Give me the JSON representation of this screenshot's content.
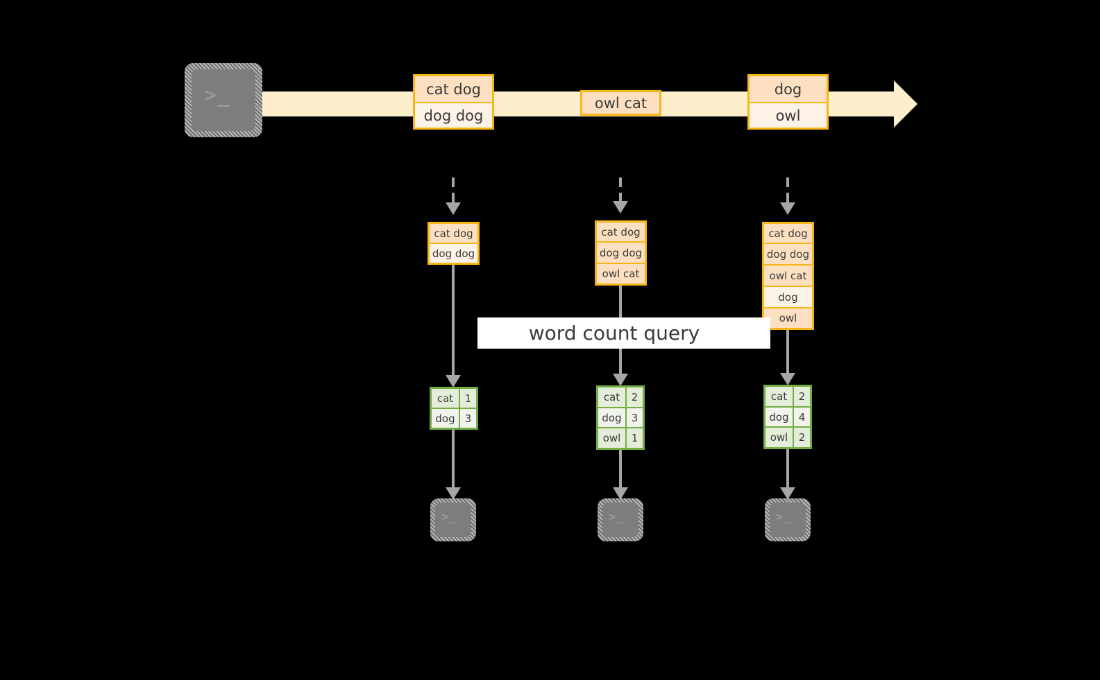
{
  "diagram": {
    "title": "word count query streaming diagram",
    "colors": {
      "background": "#000000",
      "stream_fill": "#FDEFCB",
      "record_border": "#F6B616",
      "record_fill": "#FCE0C1",
      "record_fill_alt": "#FDF2E6",
      "table_border": "#74AE42",
      "table_fill": "#E4EDDA",
      "table_fill_alt": "#F0F4EC",
      "arrow_gray": "#A6A6A6",
      "terminal_body": "#7D7D7D",
      "terminal_glyph": "#999999",
      "query_band": "#FFFFFF",
      "text": "#3A3A3A"
    },
    "source": {
      "icon": "terminal-icon",
      "glyph": ">_"
    },
    "stream": {
      "icon": "arrow-right-icon",
      "batches": [
        {
          "records": [
            "cat dog",
            "dog dog"
          ]
        },
        {
          "records": [
            "owl cat"
          ]
        },
        {
          "records": [
            "dog",
            "owl"
          ]
        }
      ]
    },
    "query": {
      "label": "word count query"
    },
    "snapshots": [
      {
        "inbound_icon": "dashed-arrow-down-icon",
        "input_records": [
          "cat dog",
          "dog dog"
        ],
        "result": {
          "rows": [
            {
              "word": "cat",
              "count": "1"
            },
            {
              "word": "dog",
              "count": "3"
            }
          ]
        },
        "sink_icon": "terminal-icon",
        "sink_glyph": ">_"
      },
      {
        "inbound_icon": "dashed-arrow-down-icon",
        "input_records": [
          "cat dog",
          "dog dog",
          "owl cat"
        ],
        "result": {
          "rows": [
            {
              "word": "cat",
              "count": "2"
            },
            {
              "word": "dog",
              "count": "3"
            },
            {
              "word": "owl",
              "count": "1"
            }
          ]
        },
        "sink_icon": "terminal-icon",
        "sink_glyph": ">_"
      },
      {
        "inbound_icon": "dashed-arrow-down-icon",
        "input_records": [
          "cat dog",
          "dog dog",
          "owl cat",
          "dog",
          "owl"
        ],
        "result": {
          "rows": [
            {
              "word": "cat",
              "count": "2"
            },
            {
              "word": "dog",
              "count": "4"
            },
            {
              "word": "owl",
              "count": "2"
            }
          ]
        },
        "sink_icon": "terminal-icon",
        "sink_glyph": ">_"
      }
    ]
  }
}
